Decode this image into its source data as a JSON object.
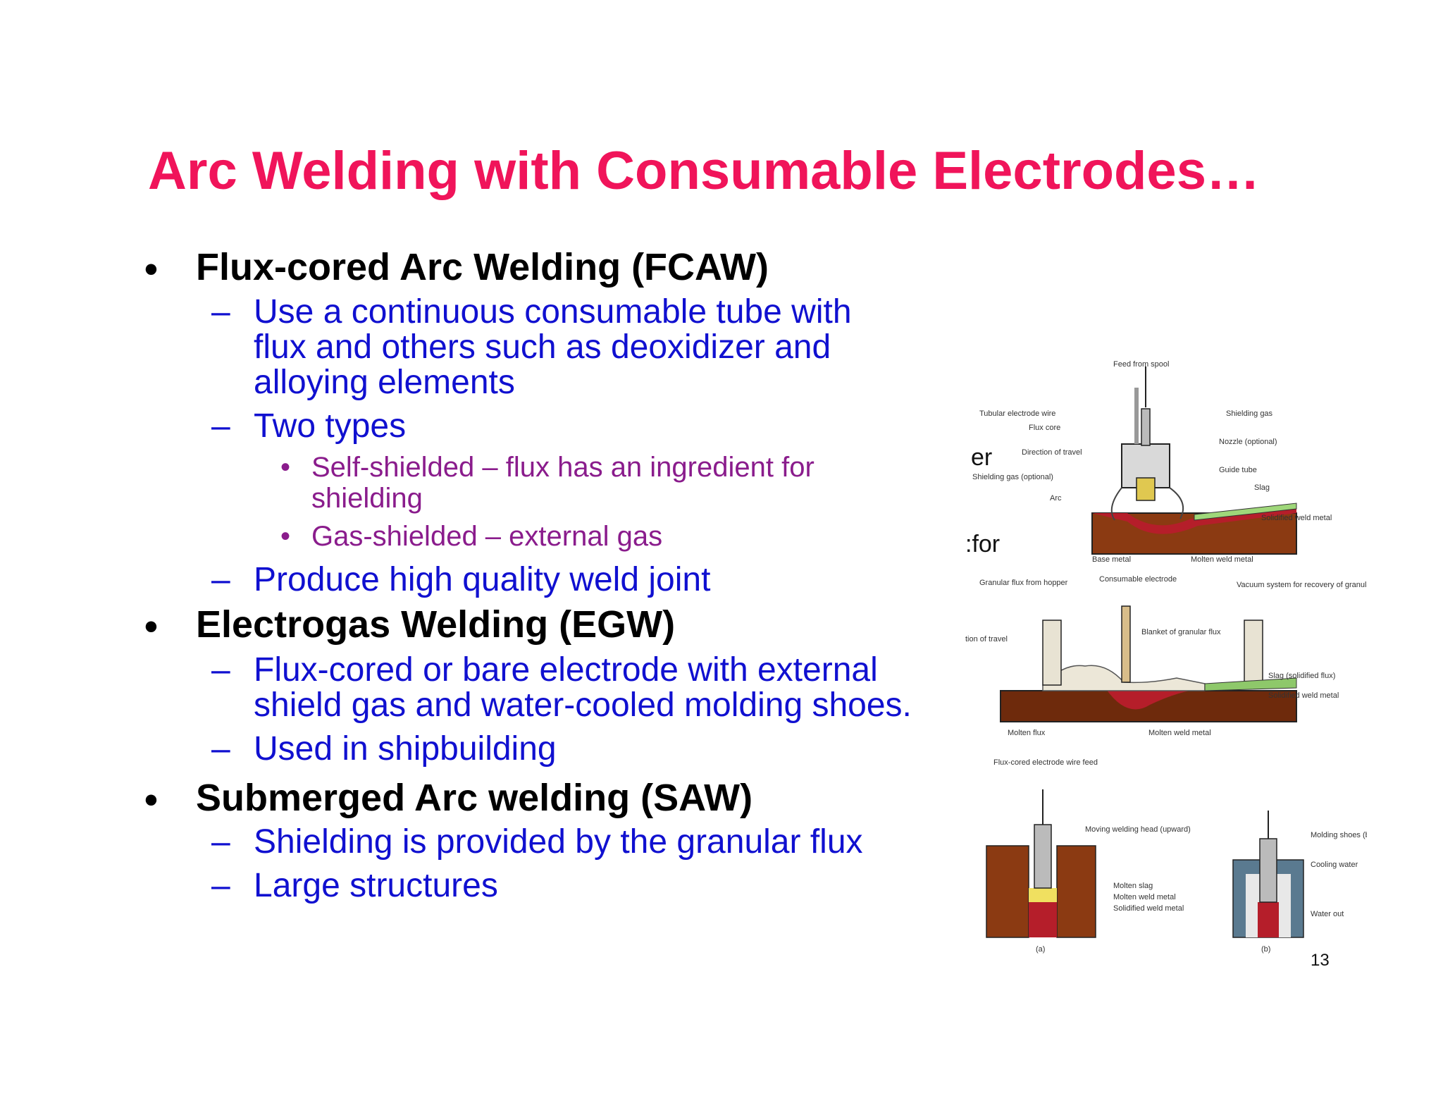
{
  "slide": {
    "title": "Arc Welding with Consumable Electrodes…",
    "page_number": "13",
    "bullet_marker": "•",
    "dash_marker": "–",
    "sub_marker": "•"
  },
  "sections": [
    {
      "heading": "Flux-cored Arc Welding (FCAW)",
      "items": [
        {
          "lines": [
            "Use a continuous consumable tube with",
            "flux and others such as deoxidizer and",
            "alloying elements"
          ]
        },
        {
          "lines": [
            "Two types"
          ],
          "subitems": [
            {
              "lines": [
                "Self-shielded – flux has an ingredient for",
                "shielding"
              ]
            },
            {
              "lines": [
                "Gas-shielded – external gas"
              ]
            }
          ]
        },
        {
          "lines": [
            "Produce high quality weld joint"
          ]
        }
      ]
    },
    {
      "heading": "Electrogas Welding (EGW)",
      "items": [
        {
          "lines": [
            "Flux-cored or bare electrode with external",
            "shield gas and water-cooled molding shoes."
          ]
        },
        {
          "lines": [
            "Used in shipbuilding"
          ]
        }
      ]
    },
    {
      "heading": "Submerged Arc welding (SAW)",
      "items": [
        {
          "lines": [
            "Shielding is provided by the granular flux"
          ]
        },
        {
          "lines": [
            "Large structures"
          ]
        }
      ]
    }
  ],
  "figure": {
    "fragments": [
      "er",
      ":for"
    ],
    "fcaw_labels": [
      "Feed from spool",
      "Tubular electrode wire",
      "Flux core",
      "Direction of travel",
      "Shielding gas (optional)",
      "Arc",
      "Shielding gas",
      "Nozzle (optional)",
      "Guide tube",
      "Slag",
      "Solidified weld metal",
      "Base metal",
      "Molten weld metal"
    ],
    "saw_labels": [
      "Granular flux from hopper",
      "Consumable electrode",
      "Vacuum system for recovery of granular flux",
      "tion of travel",
      "Blanket of granular flux",
      "Slag (solidified flux)",
      "Solidified weld metal",
      "Molten flux",
      "Molten weld metal"
    ],
    "egw_labels": [
      "Flux-cored electrode wire feed",
      "Moving welding head (upward)",
      "Molten slag",
      "Molten weld metal",
      "Solidified weld metal",
      "Molding shoes (both sides)",
      "Cooling water",
      "Water out",
      "(a)",
      "(b)"
    ]
  }
}
